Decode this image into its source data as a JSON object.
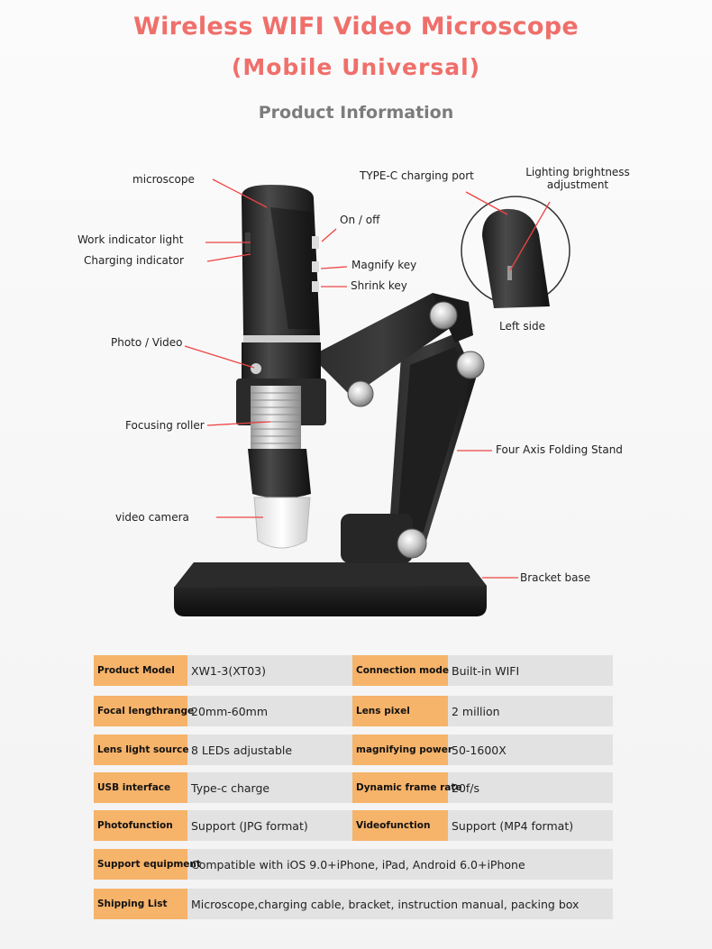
{
  "header": {
    "title": "Wireless WIFI Video Microscope",
    "subtitle_paren": "(Mobile Universal)",
    "section": "Product Information"
  },
  "callouts": {
    "microscope": "microscope",
    "work_indicator": "Work indicator light",
    "charging_indicator": "Charging indicator",
    "photo_video": "Photo / Video",
    "focusing_roller": "Focusing roller",
    "video_camera": "video camera",
    "typec_port": "TYPE-C charging port",
    "lighting_1": "Lighting brightness",
    "lighting_2": "adjustment",
    "on_off": "On / off",
    "magnify_key": "Magnify key",
    "shrink_key": "Shrink key",
    "left_side": "Left side",
    "stand": "Four Axis Folding Stand",
    "base": "Bracket base"
  },
  "colors": {
    "title": "#ef6f6b",
    "label_bg": "#f6b36a",
    "value_bg": "#e2e2e2"
  },
  "specs": {
    "rows": [
      {
        "l1": "Product Model",
        "v1": "XW1-3(XT03)",
        "l2": "Connection mode",
        "v2": "Built-in WIFI"
      },
      {
        "l1": "Focal lengthrange",
        "v1": "20mm-60mm",
        "l2": "Lens pixel",
        "v2": "2 million"
      },
      {
        "l1": "Lens light source",
        "v1": "8 LEDs adjustable",
        "l2": "magnifying power",
        "v2": "50-1600X"
      },
      {
        "l1": "USB interface",
        "v1": "Type-c charge",
        "l2": "Dynamic frame rate",
        "v2": "20f/s"
      },
      {
        "l1": "Photofunction",
        "v1": "Support (JPG format)",
        "l2": "Videofunction",
        "v2": "Support (MP4 format)"
      }
    ],
    "wide_rows": [
      {
        "l": "Support equipment",
        "v": "Compatible with iOS 9.0+iPhone, iPad, Android 6.0+iPhone"
      },
      {
        "l": "Shipping List",
        "v": "Microscope,charging cable, bracket, instruction manual, packing box"
      }
    ]
  }
}
